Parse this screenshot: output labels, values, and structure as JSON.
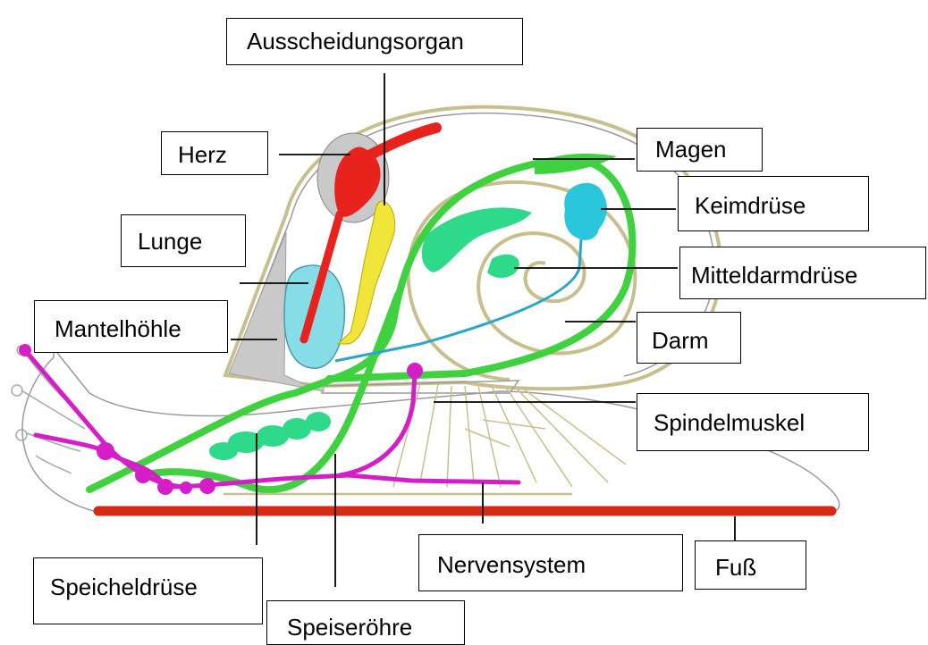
{
  "labels": {
    "ausscheidungsorgan": "Ausscheidungsorgan",
    "herz": "Herz",
    "lunge": "Lunge",
    "mantelhoehle": "Mantelhöhle",
    "magen": "Magen",
    "keimdruese": "Keimdrüse",
    "mitteldarmdruese": "Mitteldarmdrüse",
    "darm": "Darm",
    "spindelmuskel": "Spindelmuskel",
    "speicheldruese": "Speicheldrüse",
    "speiseroehre": "Speiseröhre",
    "nervensystem": "Nervensystem",
    "fuss": "Fuß"
  },
  "colors": {
    "herz": "#e8221c",
    "lunge": "#86dde8",
    "ausscheidungsorgan": "#f2e53a",
    "darm": "#3fd13f",
    "mitteldarmdruese": "#2fd98a",
    "keimdruese": "#29c6dc",
    "nervensystem": "#d41fc8",
    "fuss": "#d62a17",
    "mantelhoehle": "#c9c9c9",
    "shell": "#c8bf8f"
  }
}
